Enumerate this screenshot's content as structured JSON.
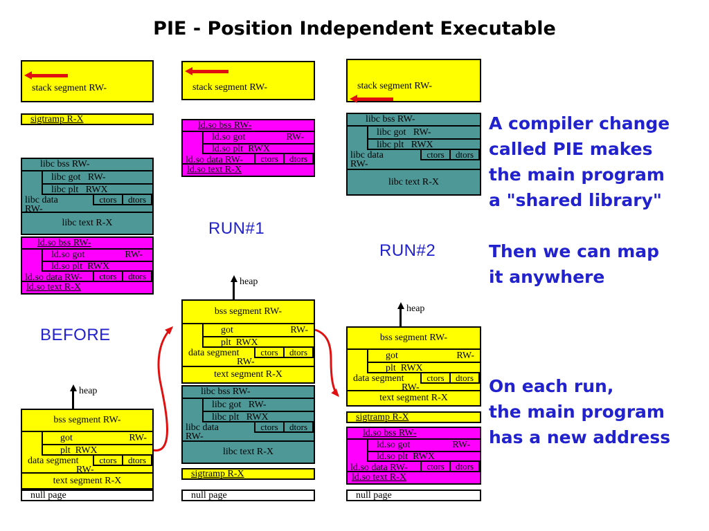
{
  "title": "PIE - Position Independent Executable",
  "colors": {
    "yellow": "#ffff00",
    "teal": "#4f9898",
    "magenta": "#ff00ff",
    "blue": "#2121cd",
    "red": "#e01010",
    "white": "#ffffff"
  },
  "labels": {
    "before": "BEFORE",
    "run1": "RUN#1",
    "run2": "RUN#2",
    "heap": "heap"
  },
  "segments": {
    "stack": "stack segment RW-",
    "sigtramp": "sigtramp R-X",
    "nullpage": "null page",
    "main": {
      "bss": "bss segment RW-",
      "got_left": "got",
      "got_right": "RW-",
      "plt": "plt  RWX",
      "data_line1": "data segment",
      "data_line2": "RW-",
      "ctors": "ctors",
      "dtors": "dtors",
      "text": "text segment R-X"
    },
    "libc": {
      "bss": "libc bss RW-",
      "got": "libc got   RW-",
      "plt": "libc plt   RWX",
      "data_line1": "libc data",
      "data_line2": "RW-",
      "ctors": "ctors",
      "dtors": "dtors",
      "text": "libc text R-X"
    },
    "ldso": {
      "bss": "ld.so bss RW-",
      "got_left": "ld.so got",
      "got_right": "RW-",
      "plt": "ld.so plt  RWX",
      "data": "ld.so data RW-",
      "ctors": "ctors",
      "dtors": "dtors",
      "text": "ld.so text R-X"
    }
  },
  "annotations": {
    "note1": [
      "A compiler change",
      "called PIE makes",
      "the main program",
      "a \"shared library\""
    ],
    "note2": [
      "Then we can map",
      "it anywhere"
    ],
    "note3": [
      "On each run,",
      "the main program",
      "has a new address"
    ]
  }
}
